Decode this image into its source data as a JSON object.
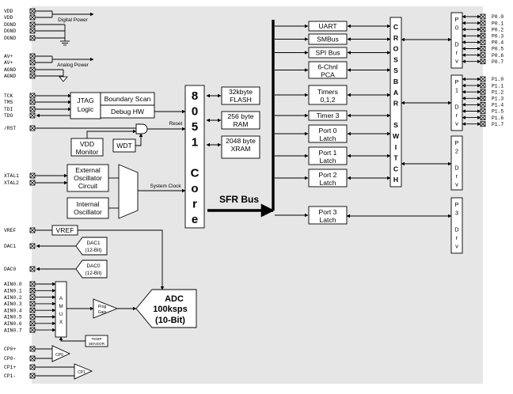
{
  "power": {
    "pins": [
      "VDD",
      "VDD",
      "DGND",
      "DGND",
      "DGND",
      "AV+",
      "AV+",
      "AGND",
      "AGND"
    ],
    "digital_label": "Digital Power",
    "analog_label": "Analog Power"
  },
  "jtag": {
    "pins": [
      "TCK",
      "TMS",
      "TDI",
      "TDO"
    ],
    "logic_line1": "JTAG",
    "logic_line2": "Logic",
    "boundary_scan": "Boundary Scan",
    "debug_hw": "Debug HW"
  },
  "reset": {
    "pin": "/RST",
    "label": "Reset",
    "vdd_monitor_line1": "VDD",
    "vdd_monitor_line2": "Monitor",
    "wdt": "WDT"
  },
  "clock": {
    "pins": [
      "XTAL1",
      "XTAL2"
    ],
    "ext_line1": "External",
    "ext_line2": "Oscillator",
    "ext_line3": "Circuit",
    "int_line1": "Internal",
    "int_line2": "Oscillator",
    "system_clock": "System Clock"
  },
  "core": {
    "letters": [
      "8",
      "0",
      "5",
      "1",
      "",
      "C",
      "o",
      "r",
      "e"
    ],
    "sfr_bus": "SFR Bus"
  },
  "memory": [
    {
      "line1": "32kbyte",
      "line2": "FLASH"
    },
    {
      "line1": "256 byte",
      "line2": "RAM"
    },
    {
      "line1": "2048 byte",
      "line2": "XRAM"
    }
  ],
  "peripherals": [
    {
      "line1": "UART",
      "line2": ""
    },
    {
      "line1": "SMBus",
      "line2": ""
    },
    {
      "line1": "SPI Bus",
      "line2": ""
    },
    {
      "line1": "6-Chnl",
      "line2": "PCA"
    },
    {
      "line1": "Timers",
      "line2": "0,1,2"
    },
    {
      "line1": "Timer 3",
      "line2": ""
    },
    {
      "line1": "Port 0",
      "line2": "Latch"
    },
    {
      "line1": "Port 1",
      "line2": "Latch"
    },
    {
      "line1": "Port 2",
      "line2": "Latch"
    },
    {
      "line1": "Port 3",
      "line2": "Latch"
    }
  ],
  "crossbar": {
    "letters": [
      "C",
      "R",
      "O",
      "S",
      "S",
      "B",
      "A",
      "R",
      "",
      "S",
      "W",
      "I",
      "T",
      "C",
      "H"
    ]
  },
  "drivers": [
    {
      "letters": [
        "P",
        "0",
        "",
        "D",
        "r",
        "v"
      ],
      "pins": [
        "P0.0",
        "P0.1",
        "P0.2",
        "P0.3",
        "P0.4",
        "P0.5",
        "P0.6",
        "P0.7"
      ]
    },
    {
      "letters": [
        "P",
        "1",
        "",
        "D",
        "r",
        "v"
      ],
      "pins": [
        "P1.0",
        "P1.1",
        "P1.2",
        "P1.3",
        "P1.4",
        "P1.5",
        "P1.6",
        "P1.7"
      ]
    },
    {
      "letters": [
        "P",
        "2",
        "",
        "D",
        "r",
        "v"
      ],
      "pins": []
    },
    {
      "letters": [
        "P",
        "3",
        "",
        "D",
        "r",
        "v"
      ],
      "pins": []
    }
  ],
  "analog": {
    "vref_pin": "VREF",
    "vref_block": "VREF",
    "dac1_pin": "DAC1",
    "dac1_line1": "DAC1",
    "dac1_line2": "(12-Bit)",
    "dac0_pin": "DAC0",
    "dac0_line1": "DAC0",
    "dac0_line2": "(12-Bit)",
    "ain_pins": [
      "AIN0.0",
      "AIN0.1",
      "AIN0.2",
      "AIN0.3",
      "AIN0.4",
      "AIN0.5",
      "AIN0.6",
      "AIN0.7"
    ],
    "amux_letters": [
      "A",
      "M",
      "U",
      "X"
    ],
    "prog_gain_line1": "Prog",
    "prog_gain_line2": "Gain",
    "adc_line1": "ADC",
    "adc_line2": "100ksps",
    "adc_line3": "(10-Bit)",
    "temp_line1": "TEMP",
    "temp_line2": "SENSOR",
    "cp0_pins": [
      "CP0+",
      "CP0-"
    ],
    "cp0_label": "CP0",
    "cp1_pins": [
      "CP1+",
      "CP1-"
    ],
    "cp1_label": "CP1"
  }
}
